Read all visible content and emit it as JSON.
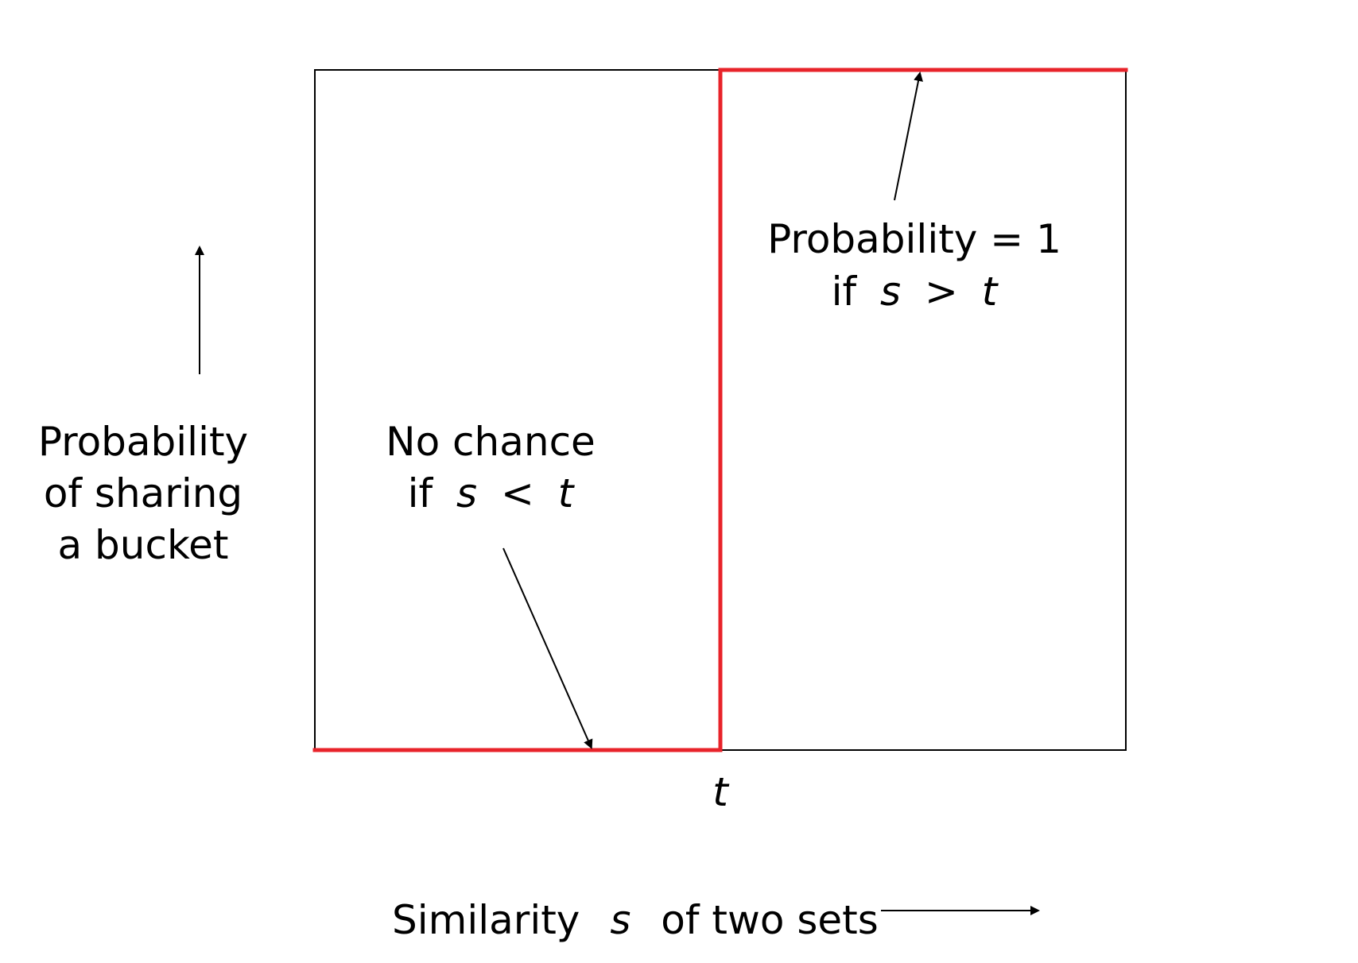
{
  "colors": {
    "step_line": "#e8232a",
    "frame": "#000000",
    "arrow": "#000000",
    "background": "#ffffff"
  },
  "chart_data": {
    "type": "line",
    "title": "",
    "x": [
      0,
      0.5,
      0.5,
      1
    ],
    "series": [
      {
        "values": [
          0,
          0,
          1,
          1
        ]
      }
    ],
    "xlim": [
      0,
      1
    ],
    "ylim": [
      0,
      1
    ],
    "grid": false,
    "threshold_label": "t",
    "xlabel": {
      "part1": "Similarity",
      "var": "s",
      "part2": "of two sets"
    },
    "ylabel": {
      "line1": "Probability",
      "line2": "of sharing",
      "line3": "a bucket"
    },
    "annotations": {
      "high": {
        "line1": "Probability = 1",
        "prefix": "if",
        "var_s": "s",
        "op": ">",
        "var_t": "t"
      },
      "low": {
        "line1": "No chance",
        "prefix": "if",
        "var_s": "s",
        "op": "<",
        "var_t": "t"
      }
    }
  }
}
